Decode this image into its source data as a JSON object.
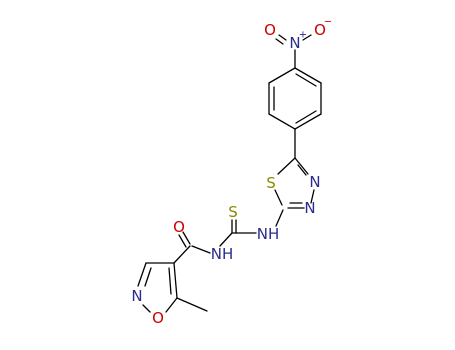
{
  "molecule": {
    "colors": {
      "bond": "#000000",
      "N": "#2b2b8f",
      "O": "#cc0000",
      "S": "#8a8a00"
    },
    "atoms": {
      "no2_O1": {
        "text": "O",
        "element": "O"
      },
      "no2_N": {
        "text": "N",
        "element": "N",
        "charge": "+"
      },
      "no2_O2": {
        "text": "O",
        "element": "O",
        "charge": "−"
      },
      "td_S": {
        "text": "S",
        "element": "S"
      },
      "td_N3": {
        "text": "N",
        "element": "N"
      },
      "td_N4": {
        "text": "N",
        "element": "N"
      },
      "thio_S": {
        "text": "S",
        "element": "S"
      },
      "nh_right": {
        "text": "NH",
        "element": "N"
      },
      "nh_left": {
        "text": "NH",
        "element": "N"
      },
      "amide_O": {
        "text": "O",
        "element": "O"
      },
      "iso_N": {
        "text": "N",
        "element": "N"
      },
      "iso_O": {
        "text": "O",
        "element": "O"
      }
    }
  }
}
